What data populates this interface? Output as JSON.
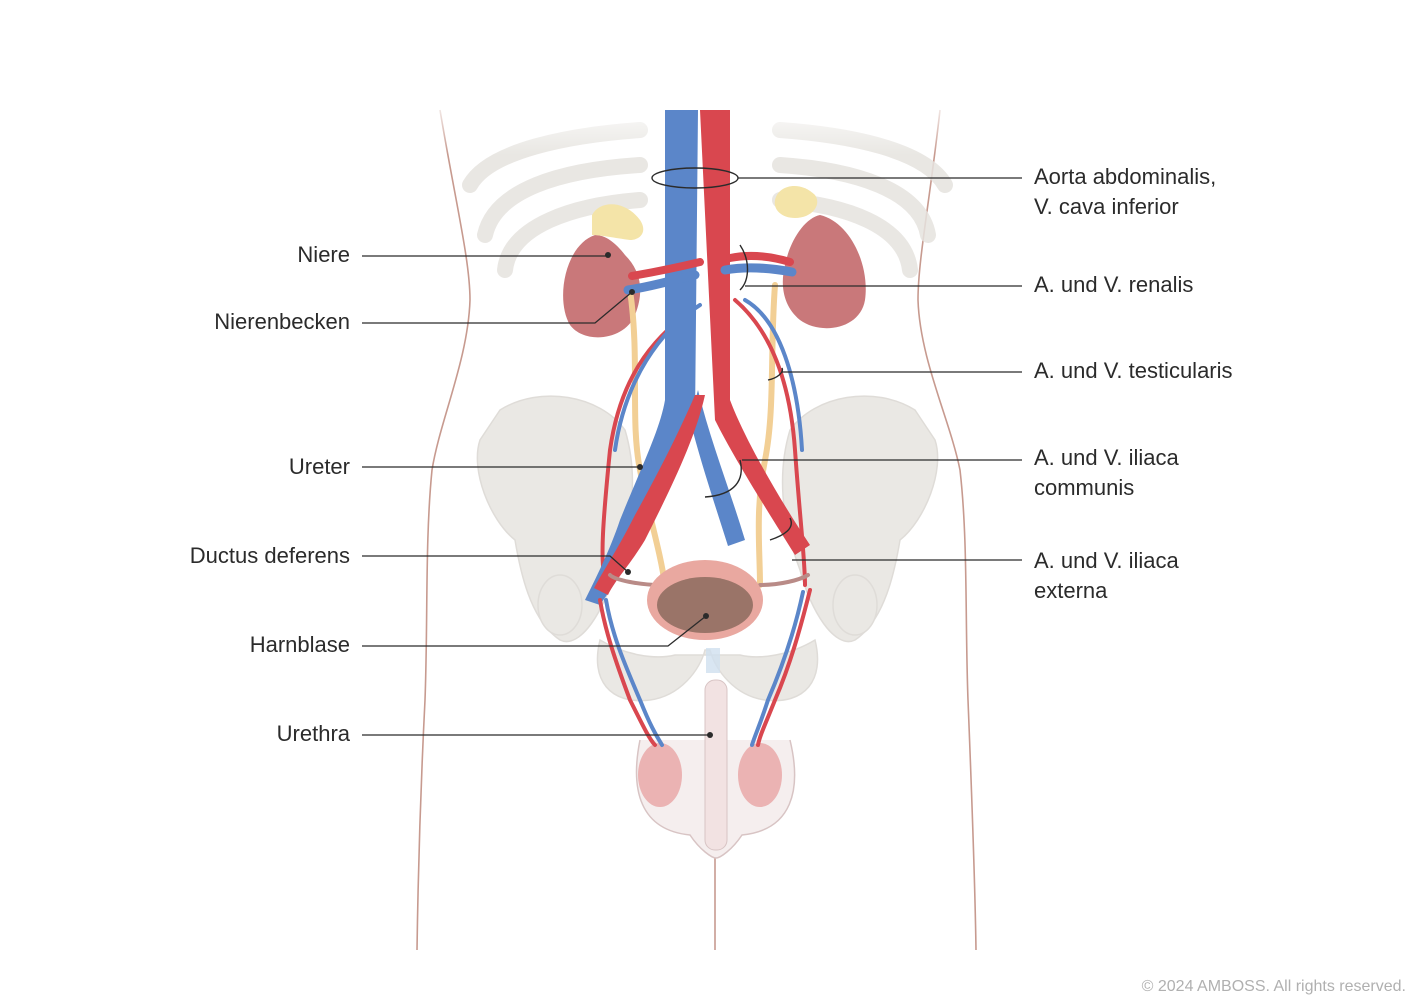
{
  "labels_left": {
    "niere": "Niere",
    "nierenbecken": "Nierenbecken",
    "ureter": "Ureter",
    "ductus": "Ductus deferens",
    "harnblase": "Harnblase",
    "urethra": "Urethra"
  },
  "labels_right": {
    "aorta_line1": "Aorta abdominalis,",
    "aorta_line2": "V. cava inferior",
    "renalis": "A. und V. renalis",
    "testicularis": "A. und V. testicularis",
    "iliaca_communis_line1": "A. und V. iliaca",
    "iliaca_communis_line2": "communis",
    "iliaca_externa_line1": "A. und V. iliaca",
    "iliaca_externa_line2": "externa"
  },
  "copyright": "© 2024 AMBOSS. All rights reserved.",
  "colors": {
    "artery": "#d9474f",
    "vein": "#5b86c9",
    "ureter": "#f2cf95",
    "kidney": "#c9787a",
    "adrenal": "#f4e4a8",
    "bone": "#e3e1dd",
    "skin_outline": "#c79a8f",
    "bladder": "#e9a8a0"
  }
}
